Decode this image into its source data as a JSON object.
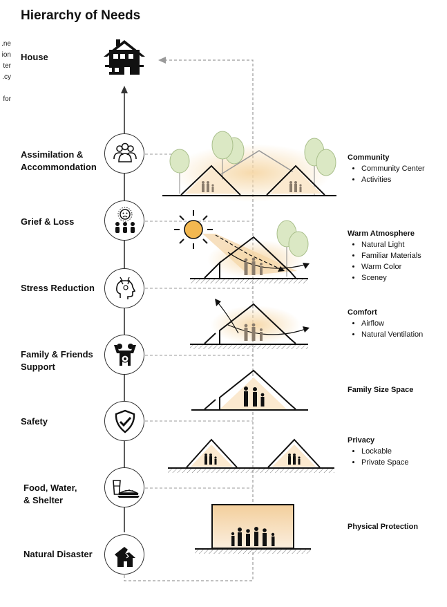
{
  "title": "Hierarchy of Needs",
  "cut_text": [
    "ne.",
    "ion",
    "ter",
    "cy.",
    "for"
  ],
  "levels": [
    {
      "label": "House",
      "icon": "house-icon"
    },
    {
      "label": "Assimilation & Accommondation",
      "icon": "people-group-icon"
    },
    {
      "label": "Grief & Loss",
      "icon": "sad-face-icon"
    },
    {
      "label": "Stress Reduction",
      "icon": "stressed-head-icon"
    },
    {
      "label": "Family & Friends Support",
      "icon": "hugging-family-icon"
    },
    {
      "label": "Safety",
      "icon": "shield-check-icon"
    },
    {
      "label": "Food, Water, & Shelter",
      "icon": "food-water-icon"
    },
    {
      "label": "Natural Disaster",
      "icon": "collapsed-house-icon"
    }
  ],
  "right": {
    "community": {
      "heading": "Community",
      "items": [
        "Community Center",
        "Activities"
      ]
    },
    "warm": {
      "heading": "Warm Atmosphere",
      "items": [
        "Natural Light",
        "Familiar Materials",
        "Warm Color",
        "Sceney"
      ]
    },
    "comfort": {
      "heading": "Comfort",
      "items": [
        "Airflow",
        "Natural Ventilation"
      ]
    },
    "family": {
      "heading": "Family Size Space"
    },
    "privacy": {
      "heading": "Privacy",
      "items": [
        "Lockable",
        "Private Space"
      ]
    },
    "physical": {
      "heading": "Physical Protection"
    }
  },
  "colors": {
    "glow": "#f6d8a8",
    "tree_fill": "#dbe8c4",
    "tree_stroke": "#a9bf8b",
    "people": "#8a7c6c",
    "sun": "#e8a53a",
    "dash": "#9a9a9a"
  }
}
